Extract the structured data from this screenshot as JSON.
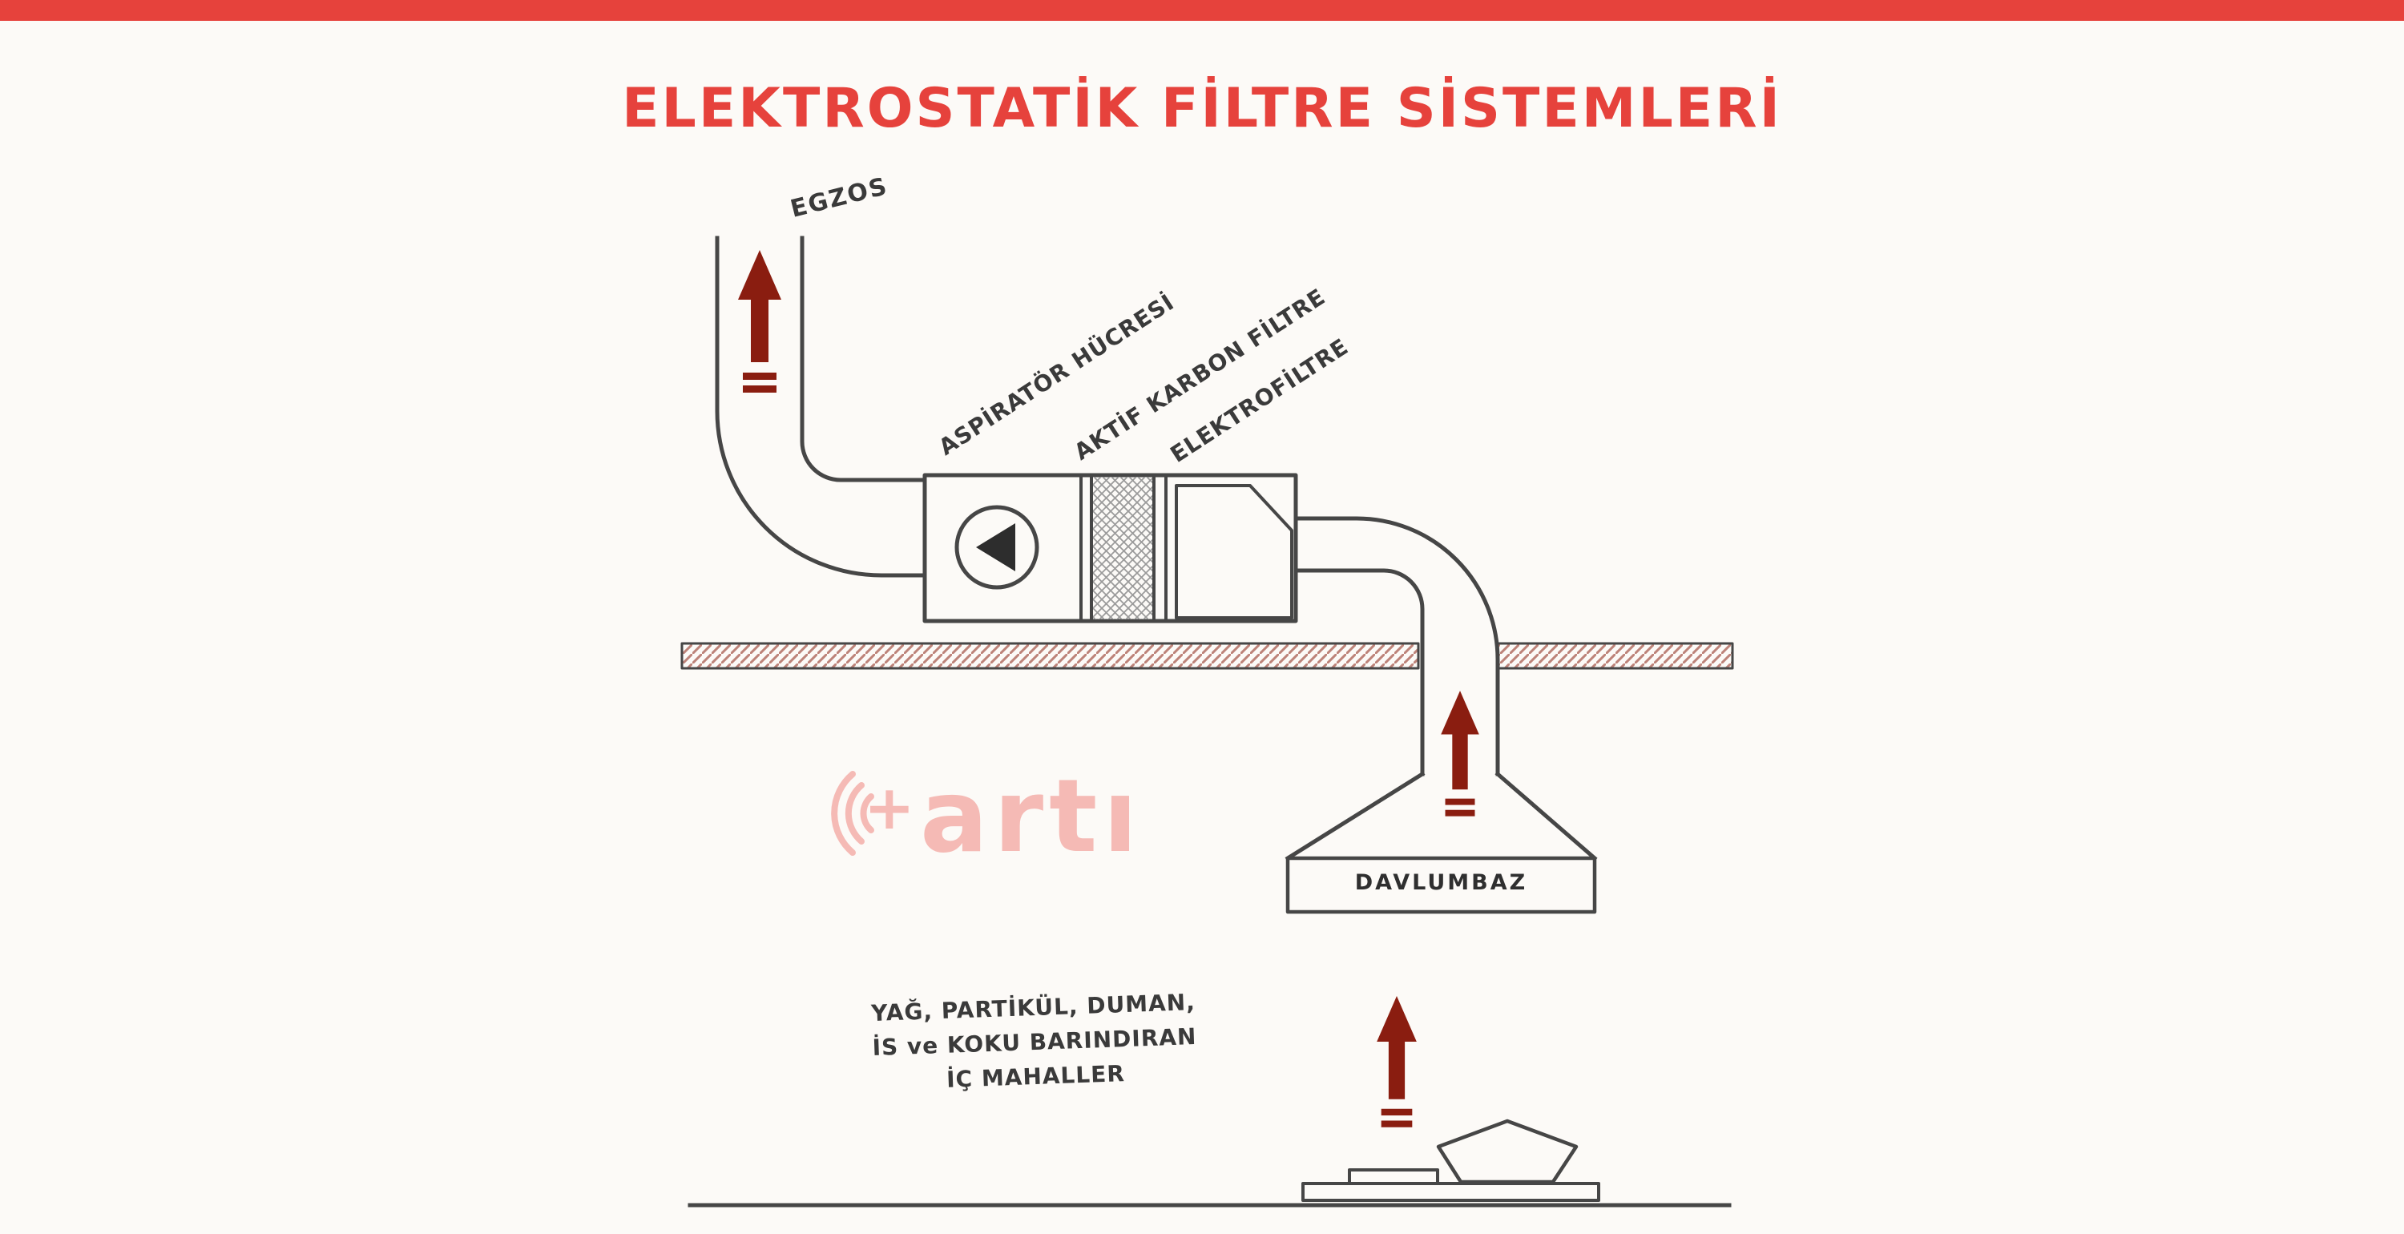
{
  "page": {
    "background_color": "#fcfaf7",
    "accent_red": "#e6423c",
    "arrow_color": "#8a1d10",
    "line_color": "#464646",
    "watermark_pink": "#f5bab5"
  },
  "header": {
    "title": "ELEKTROSTATİK FİLTRE SİSTEMLERİ"
  },
  "diagram": {
    "labels": {
      "exhaust": "EGZOS",
      "aspirator_cell": "ASPİRATÖR HÜCRESİ",
      "carbon_filter": "AKTİF KARBON FİLTRE",
      "electro_filter": "ELEKTROFİLTRE",
      "hood": "DAVLUMBAZ"
    },
    "source_lines": [
      "YAĞ, PARTİKÜL, DUMAN,",
      "İS ve KOKU BARINDIRAN",
      "İÇ MAHALLER"
    ],
    "watermark": {
      "plus": "+",
      "text": "artı"
    }
  }
}
